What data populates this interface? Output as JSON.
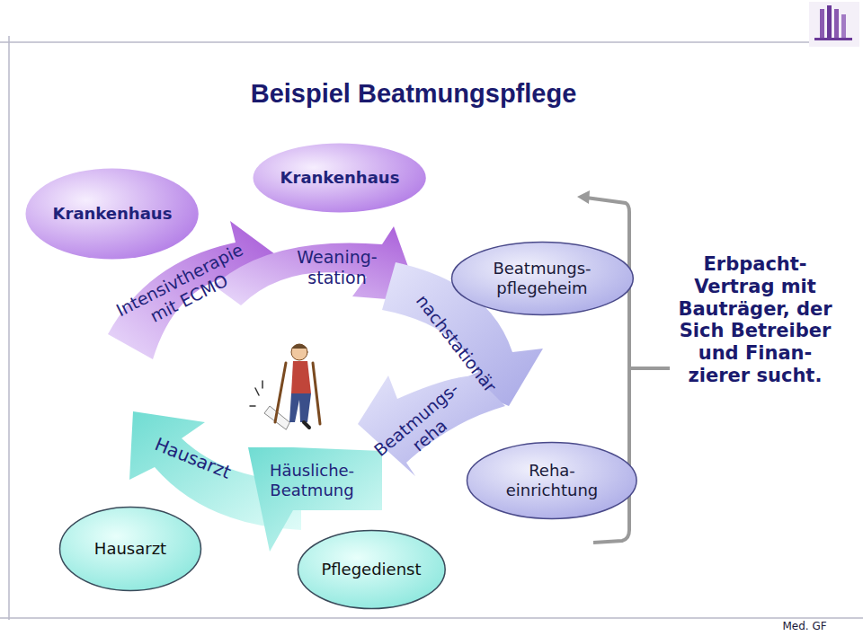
{
  "diagram": {
    "title": "Beispiel Beatmungspflege",
    "nodes": [
      {
        "text": [
          "Krankenhaus"
        ]
      },
      {
        "text": [
          "Krankenhaus"
        ]
      },
      {
        "text": [
          "Intensivtherapie mit ECMO"
        ]
      },
      {
        "text": [
          "Weaning- station"
        ]
      },
      {
        "text": [
          "nachstationär"
        ]
      },
      {
        "text": [
          "Beatmungs- pflegeheim"
        ]
      },
      {
        "text": [
          "Beatmungs- reha"
        ]
      },
      {
        "text": [
          "Hausarzt"
        ]
      },
      {
        "text": [
          "Häusliche- Beatmung"
        ]
      },
      {
        "text": [
          "Reha- einrichtung"
        ]
      },
      {
        "text": [
          "Hausarzt"
        ]
      },
      {
        "text": [
          "Pflegedienst"
        ]
      }
    ],
    "labels": [
      "Erbpacht- Vertrag mit Bauträger, der Sich Betreiber und Finan- zierer sucht.",
      "Med. GF"
    ]
  }
}
